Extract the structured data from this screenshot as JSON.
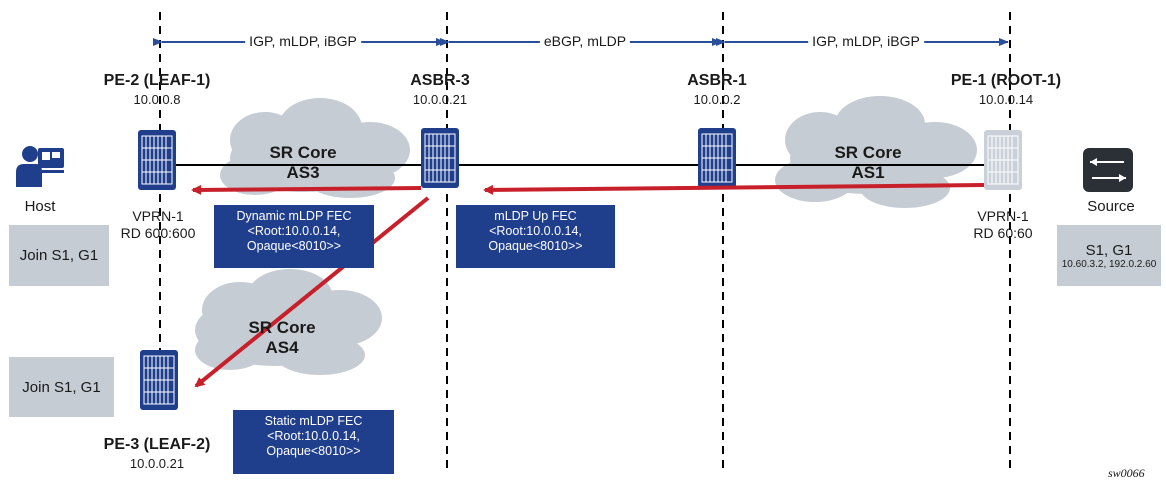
{
  "protocols": {
    "left": "IGP, mLDP, iBGP",
    "middle": "eBGP, mLDP",
    "right": "IGP, mLDP, iBGP"
  },
  "routers": {
    "pe2": {
      "name": "PE-2 (LEAF-1)",
      "ip": "10.0.0.8",
      "vprn": "VPRN-1",
      "rd": "RD 600:600"
    },
    "asbr3": {
      "name": "ASBR-3",
      "ip": "10.0.0.21"
    },
    "asbr1": {
      "name": "ASBR-1",
      "ip": "10.0.0.2"
    },
    "pe1": {
      "name": "PE-1 (ROOT-1)",
      "ip": "10.0.0.14",
      "vprn": "VPRN-1",
      "rd": "RD 60:60"
    },
    "pe3": {
      "name": "PE-3 (LEAF-2)",
      "ip": "10.0.0.21"
    }
  },
  "cores": {
    "as3": {
      "line1": "SR Core",
      "line2": "AS3"
    },
    "as1": {
      "line1": "SR Core",
      "line2": "AS1"
    },
    "as4": {
      "line1": "SR Core",
      "line2": "AS4"
    }
  },
  "host": {
    "label": "Host",
    "join1": "Join S1, G1",
    "join2": "Join S1, G1"
  },
  "source": {
    "label": "Source",
    "sg": "S1, G1",
    "addresses": "10.60.3.2, 192.0.2.60"
  },
  "fec_boxes": {
    "dynamic": {
      "line1": "Dynamic mLDP FEC",
      "line2": "<Root:10.0.0.14,",
      "line3": "Opaque<8010>>"
    },
    "up": {
      "line1": "mLDP Up FEC",
      "line2": "<Root:10.0.0.14,",
      "line3": "Opaque<8010>>"
    },
    "static": {
      "line1": "Static mLDP FEC",
      "line2": "<Root:10.0.0.14,",
      "line3": "Opaque<8010>>"
    }
  },
  "figure_tag": "sw0066",
  "colors": {
    "router_blue": "#1f3e8c",
    "router_grey": "#c9d0d8",
    "arrow_red": "#c8202a",
    "cloud": "#c5ccd3",
    "arrow_blue": "#2a4f9a"
  }
}
